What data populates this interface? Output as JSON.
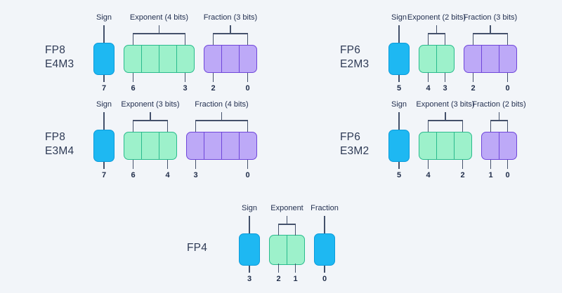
{
  "page": {
    "background": "#f2f5f9"
  },
  "palette": {
    "sign_fill": "#1eb8f2",
    "sign_border": "#0a9bdb",
    "exponent_fill": "#9df1cb",
    "exponent_border": "#2abb8d",
    "fraction_fill": "#bda9f7",
    "fraction_border": "#6f46da",
    "connector_line": "#44516b",
    "text": "#233050"
  },
  "blocks": [
    {
      "name": "FP8",
      "variant": "E4M3",
      "sign": {
        "caption": "Sign",
        "bit": "7"
      },
      "exponent": {
        "caption": "Exponent (4 bits)",
        "bits": 4,
        "msb": "6",
        "lsb": "3"
      },
      "fraction": {
        "caption": "Fraction (3 bits)",
        "bits": 3,
        "msb": "2",
        "lsb": "0"
      }
    },
    {
      "name": "FP6",
      "variant": "E2M3",
      "sign": {
        "caption": "Sign",
        "bit": "5"
      },
      "exponent": {
        "caption": "Exponent (2 bits)",
        "bits": 2,
        "msb": "4",
        "lsb": "3"
      },
      "fraction": {
        "caption": "Fraction (3 bits)",
        "bits": 3,
        "msb": "2",
        "lsb": "0"
      }
    },
    {
      "name": "FP8",
      "variant": "E3M4",
      "sign": {
        "caption": "Sign",
        "bit": "7"
      },
      "exponent": {
        "caption": "Exponent (3 bits)",
        "bits": 3,
        "msb": "6",
        "lsb": "4"
      },
      "fraction": {
        "caption": "Fraction (4 bits)",
        "bits": 4,
        "msb": "3",
        "lsb": "0"
      }
    },
    {
      "name": "FP6",
      "variant": "E3M2",
      "sign": {
        "caption": "Sign",
        "bit": "5"
      },
      "exponent": {
        "caption": "Exponent (3 bits)",
        "bits": 3,
        "msb": "4",
        "lsb": "2"
      },
      "fraction": {
        "caption": "Fraction (2 bits)",
        "bits": 2,
        "msb": "1",
        "lsb": "0"
      }
    },
    {
      "name": "FP4",
      "variant": "",
      "sign": {
        "caption": "Sign",
        "bit": "3"
      },
      "exponent": {
        "caption": "Exponent",
        "bits": 2,
        "msb": "2",
        "lsb": "1"
      },
      "fraction": {
        "caption": "Fraction",
        "bits": 1,
        "bit": "0"
      }
    }
  ]
}
